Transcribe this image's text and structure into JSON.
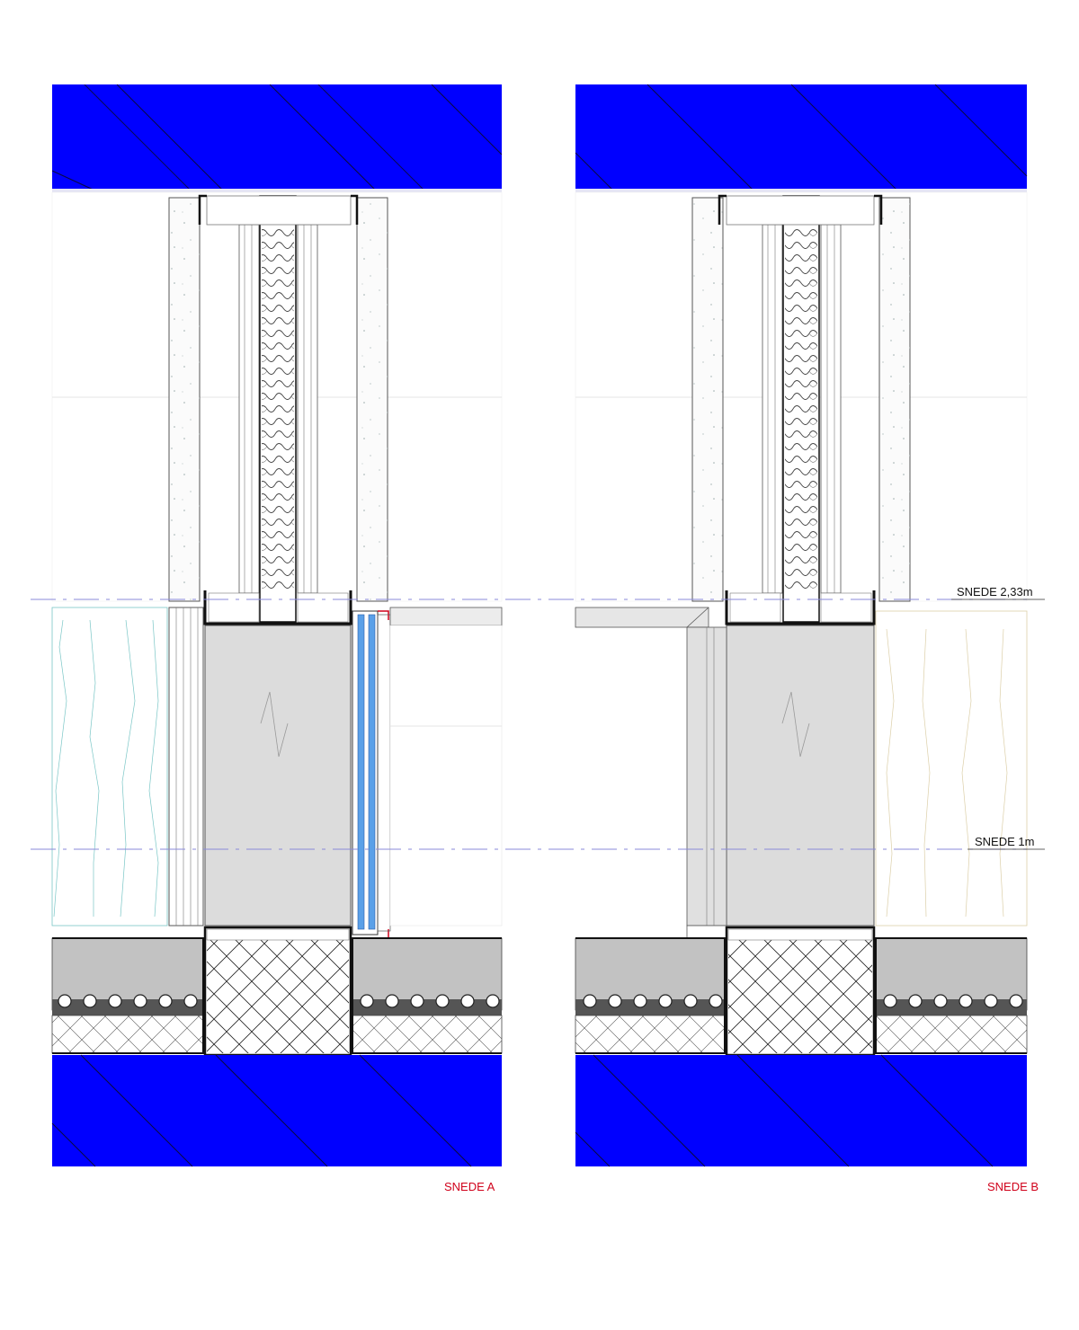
{
  "labels": {
    "section_233": "SNEDE 2,33m",
    "section_1m": "SNEDE 1m",
    "section_a": "SNEDE A",
    "section_b": "SNEDE B"
  },
  "colors": {
    "concrete_slab": "#0000ff",
    "glass": "#5aa0e8",
    "frame_red": "#d0021b",
    "wall_fill": "#dcdcdc",
    "screed": "#c2c2c2"
  }
}
